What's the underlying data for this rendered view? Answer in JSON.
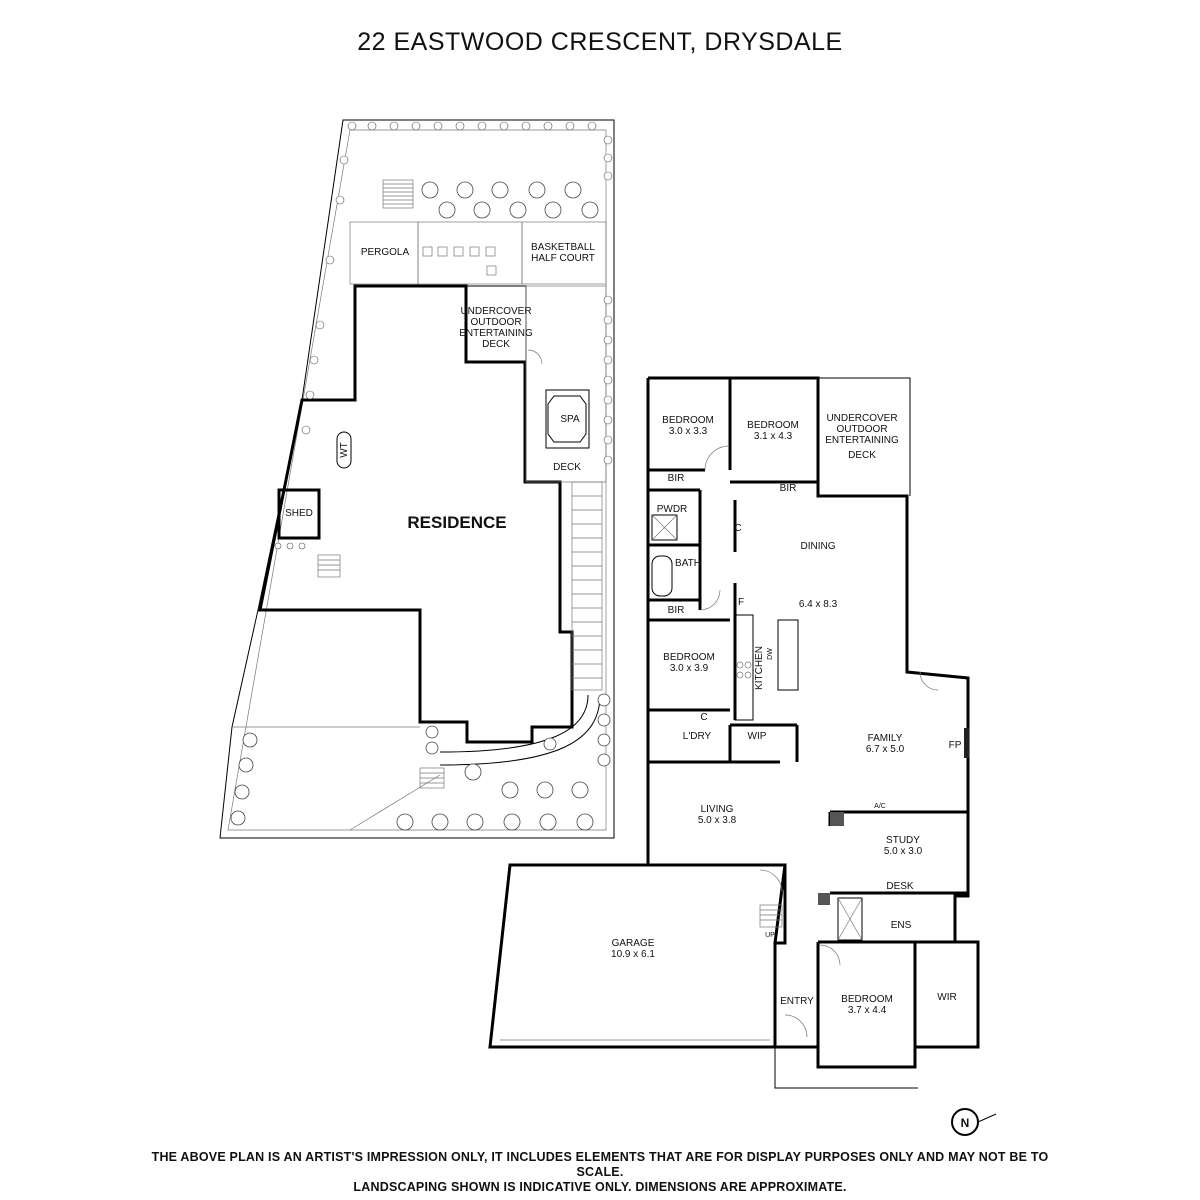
{
  "title": "22 EASTWOOD CRESCENT, DRYSDALE",
  "disclaimer": {
    "line1": "THE ABOVE PLAN IS AN ARTIST'S IMPRESSION ONLY, IT INCLUDES ELEMENTS THAT ARE FOR DISPLAY PURPOSES ONLY AND MAY NOT BE TO SCALE.",
    "line2": "LANDSCAPING SHOWN IS INDICATIVE ONLY. DIMENSIONS ARE APPROXIMATE."
  },
  "compass": {
    "label": "N"
  },
  "site": {
    "residence": "RESIDENCE",
    "pergola": "PERGOLA",
    "basketball_1": "BASKETBALL",
    "basketball_2": "HALF COURT",
    "deck_1": "UNDERCOVER",
    "deck_2": "OUTDOOR",
    "deck_3": "ENTERTAINING",
    "deck_4": "DECK",
    "spa": "SPA",
    "deck": "DECK",
    "shed": "SHED",
    "wt": "WT"
  },
  "rooms": {
    "bedroom1": {
      "name": "BEDROOM",
      "dims": "3.0 x 3.3"
    },
    "bedroom2": {
      "name": "BEDROOM",
      "dims": "3.1 x 4.3"
    },
    "outdoor_1": "UNDERCOVER",
    "outdoor_2": "OUTDOOR",
    "outdoor_3": "ENTERTAINING",
    "outdoor_4": "DECK",
    "bir1": "BIR",
    "bir2": "BIR",
    "bir3": "BIR",
    "pwdr": "PWDR",
    "c1": "C",
    "c2": "C",
    "dining": "DINING",
    "living_main": {
      "dims": "6.4 x 8.3"
    },
    "bath": "BATH",
    "f": "F",
    "bedroom3": {
      "name": "BEDROOM",
      "dims": "3.0 x 3.9"
    },
    "kitchen": "KITCHEN",
    "dw": "DW",
    "ldry": "L'DRY",
    "wip": "WIP",
    "family": {
      "name": "FAMILY",
      "dims": "6.7 x 5.0"
    },
    "fp": "FP",
    "living": {
      "name": "LIVING",
      "dims": "5.0 x 3.8"
    },
    "ac": "A/C",
    "study": {
      "name": "STUDY",
      "dims": "5.0 x 3.0"
    },
    "desk": "DESK",
    "ens": "ENS",
    "garage": {
      "name": "GARAGE",
      "dims": "10.9 x 6.1"
    },
    "up": "UP",
    "entry": "ENTRY",
    "bedroom4": {
      "name": "BEDROOM",
      "dims": "3.7 x 4.4"
    },
    "wir": "WIR"
  }
}
